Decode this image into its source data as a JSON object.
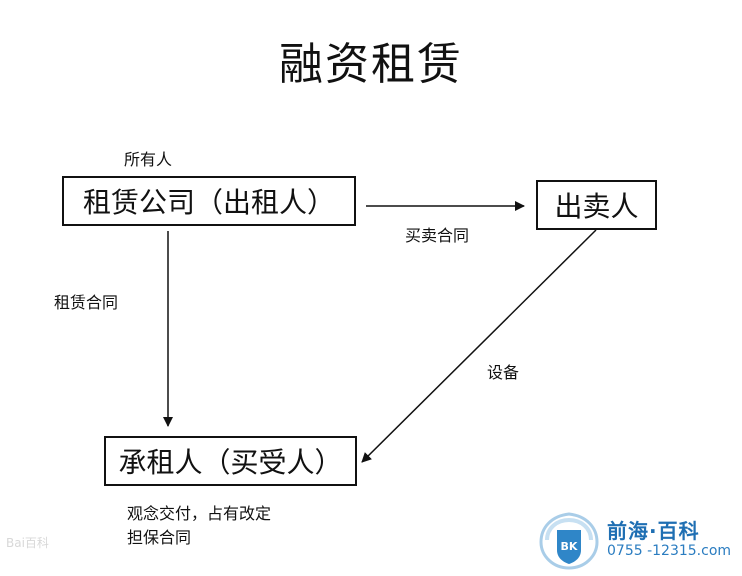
{
  "title": "融资租赁",
  "nodes": {
    "owner_note": "所有人",
    "lessor": "租赁公司（出租人）",
    "seller": "出卖人",
    "lessee": "承租人（买受人）"
  },
  "edges": {
    "purchase_contract": "买卖合同",
    "lease_contract": "租赁合同",
    "equipment": "设备"
  },
  "notes": {
    "line1": "观念交付，占有改定",
    "line2": "担保合同"
  },
  "watermark": {
    "brand": "前海·百科",
    "phone": "0755 -12315.com",
    "logo_text": "BK",
    "baidu": "Bai百科"
  },
  "colors": {
    "brand_blue": "#1f6fb3"
  }
}
